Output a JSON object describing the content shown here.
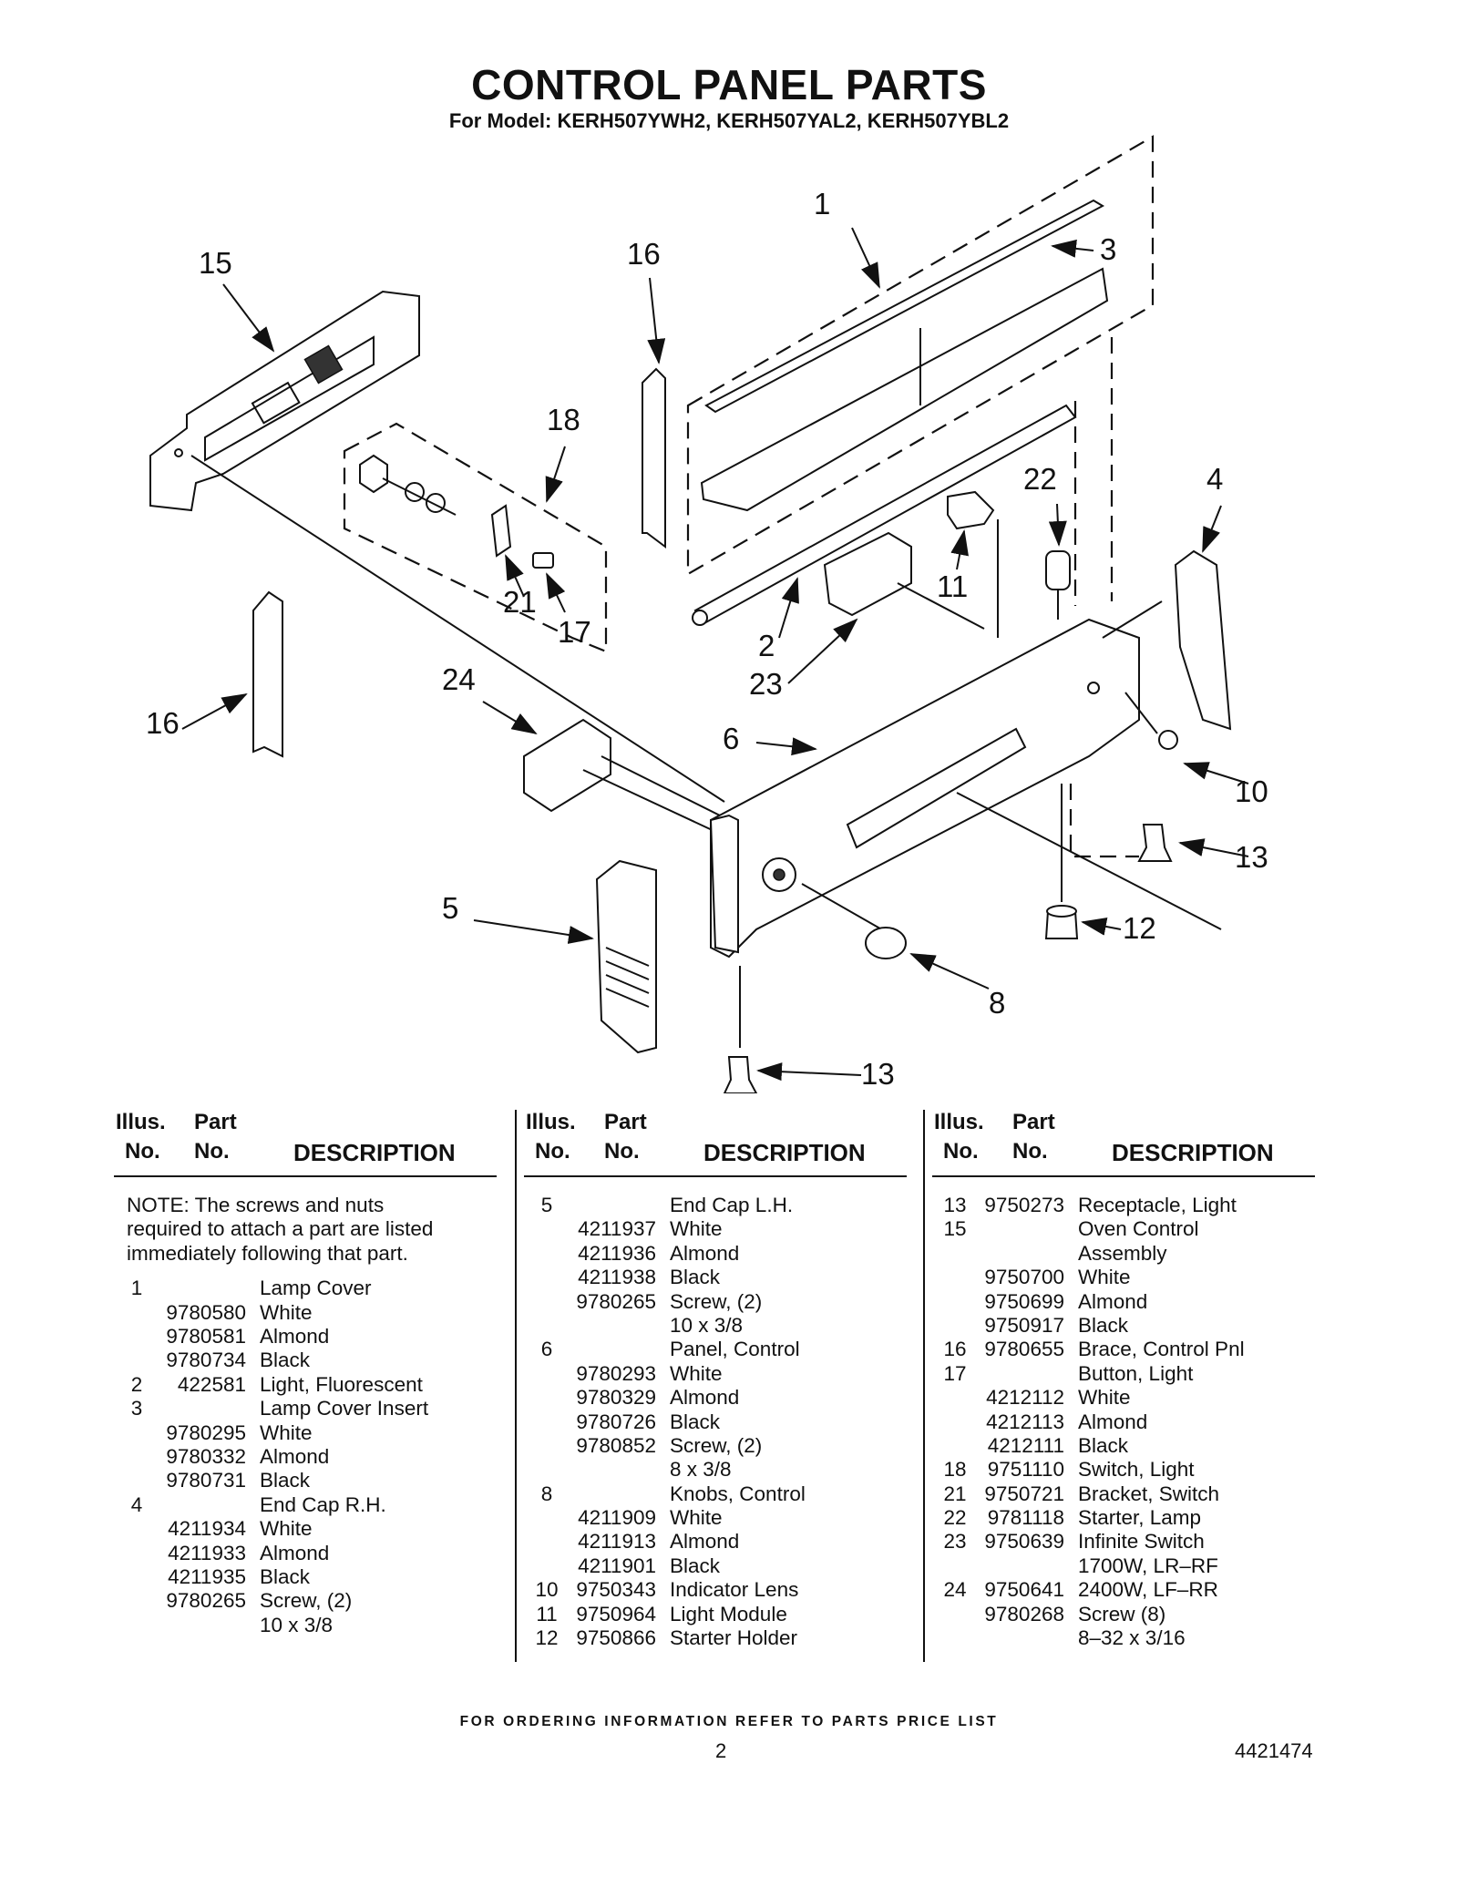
{
  "header": {
    "title": "CONTROL PANEL PARTS",
    "subtitle": "For Model: KERH507YWH2, KERH507YAL2, KERH507YBL2"
  },
  "diagram": {
    "callouts": [
      "15",
      "16",
      "1",
      "3",
      "18",
      "22",
      "4",
      "21",
      "17",
      "11",
      "2",
      "23",
      "24",
      "16",
      "6",
      "10",
      "13",
      "5",
      "12",
      "8",
      "13"
    ]
  },
  "table": {
    "headers": {
      "illus": "Illus.",
      "no": "No.",
      "part": "Part",
      "part_no": "No.",
      "description": "DESCRIPTION"
    },
    "note": "NOTE: The screws and nuts required to attach a part are listed immediately following that part.",
    "columns": [
      [
        {
          "illus": "1",
          "part": "",
          "desc": "Lamp Cover"
        },
        {
          "illus": "",
          "part": "9780580",
          "desc": "White"
        },
        {
          "illus": "",
          "part": "9780581",
          "desc": "Almond"
        },
        {
          "illus": "",
          "part": "9780734",
          "desc": "Black"
        },
        {
          "illus": "2",
          "part": "422581",
          "desc": "Light, Fluorescent"
        },
        {
          "illus": "3",
          "part": "",
          "desc": "Lamp Cover Insert"
        },
        {
          "illus": "",
          "part": "9780295",
          "desc": "White"
        },
        {
          "illus": "",
          "part": "9780332",
          "desc": "Almond"
        },
        {
          "illus": "",
          "part": "9780731",
          "desc": "Black"
        },
        {
          "illus": "4",
          "part": "",
          "desc": "End Cap R.H."
        },
        {
          "illus": "",
          "part": "4211934",
          "desc": "White"
        },
        {
          "illus": "",
          "part": "4211933",
          "desc": "Almond"
        },
        {
          "illus": "",
          "part": "4211935",
          "desc": "Black"
        },
        {
          "illus": "",
          "part": "9780265",
          "desc": "Screw, (2)"
        },
        {
          "illus": "",
          "part": "",
          "desc": "10 x 3/8"
        }
      ],
      [
        {
          "illus": "5",
          "part": "",
          "desc": "End Cap L.H."
        },
        {
          "illus": "",
          "part": "4211937",
          "desc": "White"
        },
        {
          "illus": "",
          "part": "4211936",
          "desc": "Almond"
        },
        {
          "illus": "",
          "part": "4211938",
          "desc": "Black"
        },
        {
          "illus": "",
          "part": "9780265",
          "desc": "Screw, (2)"
        },
        {
          "illus": "",
          "part": "",
          "desc": "10 x 3/8"
        },
        {
          "illus": "6",
          "part": "",
          "desc": "Panel, Control"
        },
        {
          "illus": "",
          "part": "9780293",
          "desc": "White"
        },
        {
          "illus": "",
          "part": "9780329",
          "desc": "Almond"
        },
        {
          "illus": "",
          "part": "9780726",
          "desc": "Black"
        },
        {
          "illus": "",
          "part": "9780852",
          "desc": "Screw, (2)"
        },
        {
          "illus": "",
          "part": "",
          "desc": "8 x 3/8"
        },
        {
          "illus": "8",
          "part": "",
          "desc": "Knobs, Control"
        },
        {
          "illus": "",
          "part": "4211909",
          "desc": "White"
        },
        {
          "illus": "",
          "part": "4211913",
          "desc": "Almond"
        },
        {
          "illus": "",
          "part": "4211901",
          "desc": "Black"
        },
        {
          "illus": "10",
          "part": "9750343",
          "desc": "Indicator Lens"
        },
        {
          "illus": "11",
          "part": "9750964",
          "desc": "Light Module"
        },
        {
          "illus": "12",
          "part": "9750866",
          "desc": "Starter Holder"
        }
      ],
      [
        {
          "illus": "13",
          "part": "9750273",
          "desc": "Receptacle, Light"
        },
        {
          "illus": "15",
          "part": "",
          "desc": "Oven Control"
        },
        {
          "illus": "",
          "part": "",
          "desc": "Assembly"
        },
        {
          "illus": "",
          "part": "9750700",
          "desc": "White"
        },
        {
          "illus": "",
          "part": "9750699",
          "desc": "Almond"
        },
        {
          "illus": "",
          "part": "9750917",
          "desc": "Black"
        },
        {
          "illus": "16",
          "part": "9780655",
          "desc": "Brace, Control Pnl"
        },
        {
          "illus": "17",
          "part": "",
          "desc": "Button, Light"
        },
        {
          "illus": "",
          "part": "4212112",
          "desc": "White"
        },
        {
          "illus": "",
          "part": "4212113",
          "desc": "Almond"
        },
        {
          "illus": "",
          "part": "4212111",
          "desc": "Black"
        },
        {
          "illus": "18",
          "part": "9751110",
          "desc": "Switch, Light"
        },
        {
          "illus": "21",
          "part": "9750721",
          "desc": "Bracket, Switch"
        },
        {
          "illus": "22",
          "part": "9781118",
          "desc": "Starter, Lamp"
        },
        {
          "illus": "23",
          "part": "9750639",
          "desc": "Infinite Switch"
        },
        {
          "illus": "",
          "part": "",
          "desc": "1700W, LR–RF"
        },
        {
          "illus": "24",
          "part": "9750641",
          "desc": "2400W, LF–RR"
        },
        {
          "illus": "",
          "part": "9780268",
          "desc": "Screw (8)"
        },
        {
          "illus": "",
          "part": "",
          "desc": "8–32 x 3/16"
        }
      ]
    ]
  },
  "footer": {
    "ordering": "FOR ORDERING INFORMATION REFER TO PARTS PRICE LIST",
    "page": "2",
    "doc_number": "4421474"
  }
}
